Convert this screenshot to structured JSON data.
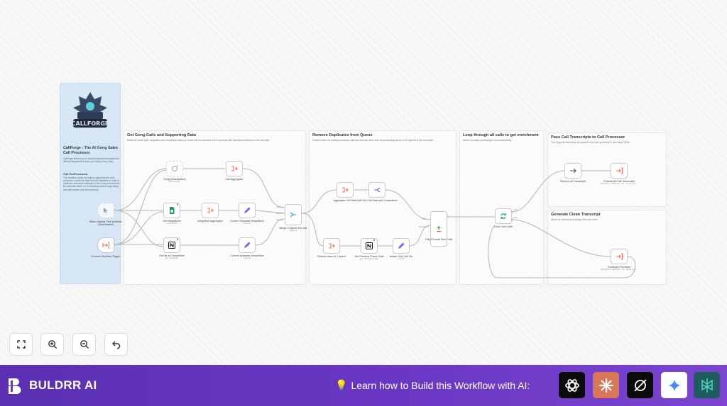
{
  "canvas": {
    "intro": {
      "logo_text": "CALLFORGE",
      "title": "CallForge - The AI Gong Sales Call Processor",
      "description": "CallForge allows you to extract important information for different departments from your Sales Gong Calls.",
      "subtitle": "Call PreProcessor",
      "body": "This workflow preps the calls to ingest into the next processor. It pulls the data from the database in order to prefill and format the transcript in the Gong and removes all unneeded items, so the transcript has a single string and their names from the transcript."
    },
    "sections": {
      "gong": {
        "title": "Get Gong Calls and Supporting Data",
        "desc": "Builds the entire calls, integration and competition data in a format that is consumed in the AI prompt with call data enrichment to the next step."
      },
      "dedupe": {
        "title": "Remove Duplicates from Queue",
        "desc": "Checks Notion for already processed calls and removes them from the processing queue so it's ignored in the next batch."
      },
      "loop": {
        "title": "Loop through all calls to get enrichment",
        "desc": "allows for loader processing to run consecutively"
      },
      "pass": {
        "title": "Pass Call Transcripts to Call Processor",
        "desc": "The Gong call transcripts are passed to the next processor in structured JSON."
      },
      "clean": {
        "title": "Generate Clean Transcript",
        "desc": "allows for reduced processing in the next node"
      }
    },
    "nodes": {
      "manual_trigger": {
        "label": "When clicking 'Test workflow' (Deactivated)"
      },
      "execute_trigger": {
        "label": "Execute Workflow Trigger"
      },
      "gong": {
        "label": "Gong (Deactivated)",
        "sub": "get all calls"
      },
      "call_aggregator": {
        "label": "Call Aggregator"
      },
      "get_integrations": {
        "label": "Get Integrations",
        "sub": "read: sheet",
        "badge": "3"
      },
      "integration_aggregator": {
        "label": "Integration Aggregator"
      },
      "convert_integrations": {
        "label": "Convert Separate Integrations",
        "sub": "manual"
      },
      "get_competitors": {
        "label": "Get list of Competitors",
        "sub": "get: database",
        "badge": "3"
      },
      "convert_competitors": {
        "label": "Convert separate competitors",
        "sub": "manual"
      },
      "merge": {
        "label": "Merge 3 objects into one",
        "sub": "append"
      },
      "aggregate_calls": {
        "label": "Aggregate Call Data"
      },
      "split_out": {
        "label": "Split Out Call Data and Competitors"
      },
      "reduce": {
        "label": "Reduce down to 1 object"
      },
      "get_previous": {
        "label": "Get Previous Phone Calls",
        "sub": "get: database page",
        "badge": "2"
      },
      "isolate": {
        "label": "Isolate Only Call IDs",
        "sub": "manual"
      },
      "only_process": {
        "label": "Only Process New Calls"
      },
      "loop_over": {
        "label": "Loop Over Calls"
      },
      "receive": {
        "label": "Receive all Transcripts"
      },
      "process_all": {
        "label": "Process All Call Transcripts",
        "sub": "Workflow: CallForge - 01 - Gong Call..."
      },
      "transcript_processor": {
        "label": "Transcript Processor",
        "sub": "Workflow: CallForge - 02 - Gong Call..."
      }
    },
    "port_labels": {
      "input1": "Input 1",
      "input2": "Input 2",
      "input3": "Input 3",
      "done": "done",
      "loop": "loop",
      "kept": "Kept",
      "discarded": "Discarded"
    }
  },
  "controls": {
    "fit": "fit-view",
    "zoom_in": "zoom-in",
    "zoom_out": "zoom-out",
    "undo": "undo"
  },
  "footer": {
    "brand": "BULDRR AI",
    "cta_icon": "💡",
    "cta": "Learn how to Build this Workflow with AI:",
    "ai_tools": [
      {
        "name": "chatgpt-icon",
        "bg": "#0b0b0b"
      },
      {
        "name": "claude-icon",
        "bg": "#d97757"
      },
      {
        "name": "grok-icon",
        "bg": "#0b0b0b"
      },
      {
        "name": "gemini-icon",
        "bg": "#ffffff"
      },
      {
        "name": "perplexity-icon",
        "bg": "#1f5c5c"
      }
    ]
  },
  "colors": {
    "accent": "#6a37c4",
    "sticky_blue": "#d6e6f5",
    "n8n_orange": "#ff6d5a",
    "sheets_green": "#0f9d58",
    "code_purple": "#7b61ff"
  }
}
